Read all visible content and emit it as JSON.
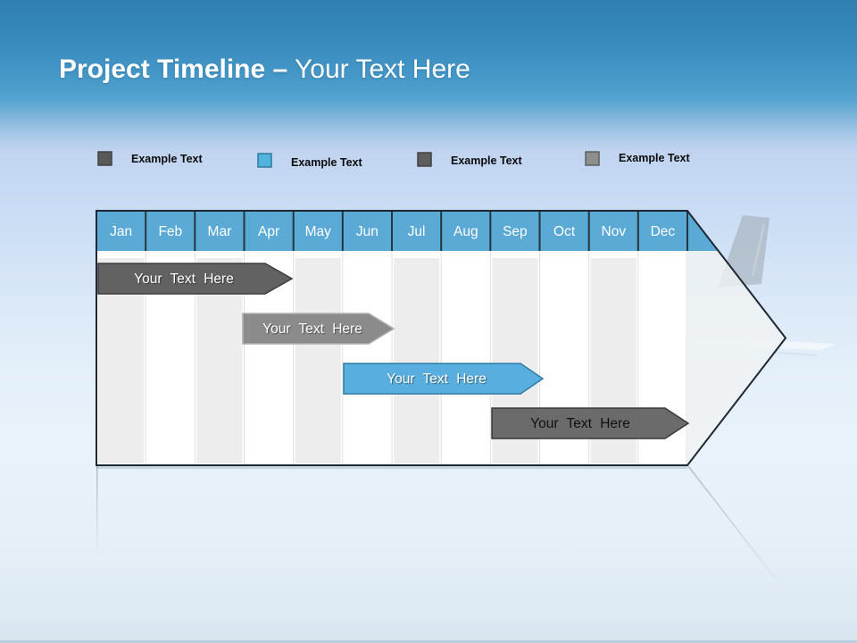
{
  "title": {
    "bold": "Project Timeline",
    "separator": "–",
    "light": "Your Text Here"
  },
  "legend": {
    "items": [
      {
        "label": "Example Text",
        "color": "#595959",
        "border_color": "#424242"
      },
      {
        "label": "Example Text",
        "color": "#4FB5DC",
        "border_color": "#2E7A9E"
      },
      {
        "label": "Example Text",
        "color": "#5E5E5E",
        "border_color": "#424242"
      },
      {
        "label": "Example Text",
        "color": "#8E8E8E",
        "border_color": "#5F5F5F"
      }
    ]
  },
  "timeline": {
    "header_color": "#5BAAD6",
    "outline_color": "#1E2833",
    "stripe_color": "#EDEDED",
    "months": [
      "Jan",
      "Feb",
      "Mar",
      "Apr",
      "May",
      "Jun",
      "Jul",
      "Aug",
      "Sep",
      "Oct",
      "Nov",
      "Dec"
    ],
    "bars": [
      {
        "label": "Your Text Here",
        "color": "#626262",
        "border_color": "#3C3C3C",
        "text_color": "#FFFFFF",
        "start_month": "Jan",
        "end_month": "Apr"
      },
      {
        "label": "Your Text Here",
        "color": "#8B8B8B",
        "border_color": "#AFAFAF",
        "text_color": "#FFFFFF",
        "start_month": "Apr",
        "end_month": "Jun"
      },
      {
        "label": "Your Text Here",
        "color": "#58AEDE",
        "border_color": "#2E7CA3",
        "text_color": "#FFFFFF",
        "start_month": "Jun",
        "end_month": "Sep"
      },
      {
        "label": "Your Text Here",
        "color": "#6B6B6B",
        "border_color": "#383838",
        "text_color": "#111111",
        "start_month": "Sep",
        "end_month": "Dec"
      }
    ]
  }
}
